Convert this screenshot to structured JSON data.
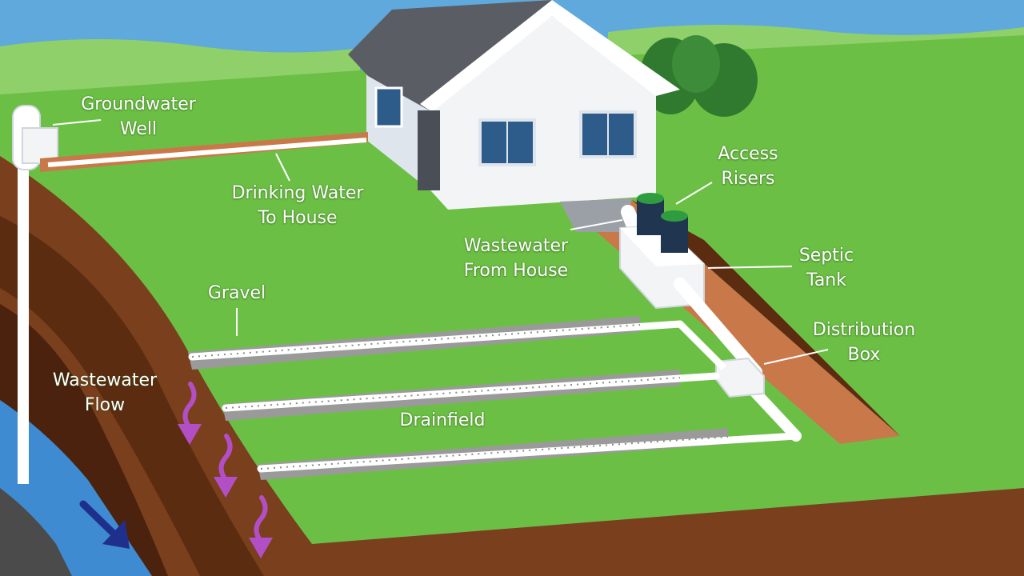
{
  "diagram": {
    "labels": {
      "groundwater_well": [
        "Groundwater",
        "Well"
      ],
      "drinking_water": [
        "Drinking Water",
        "To House"
      ],
      "access_risers": [
        "Access",
        "Risers"
      ],
      "wastewater_from_house": [
        "Wastewater",
        "From House"
      ],
      "septic_tank": [
        "Septic",
        "Tank"
      ],
      "gravel": "Gravel",
      "distribution_box": [
        "Distribution",
        "Box"
      ],
      "wastewater_flow": [
        "Wastewater",
        "Flow"
      ],
      "drainfield": "Drainfield"
    }
  },
  "colors": {
    "sky": "#5fa9dc",
    "grass": "#6cbf45",
    "soil": "#7a3f1d",
    "soil_dark": "#4a220d",
    "water": "#3f8bd1",
    "pipe": "#ffffff",
    "arrow_flow": "#b34fc6",
    "arrow_water": "#1f2f8c"
  }
}
